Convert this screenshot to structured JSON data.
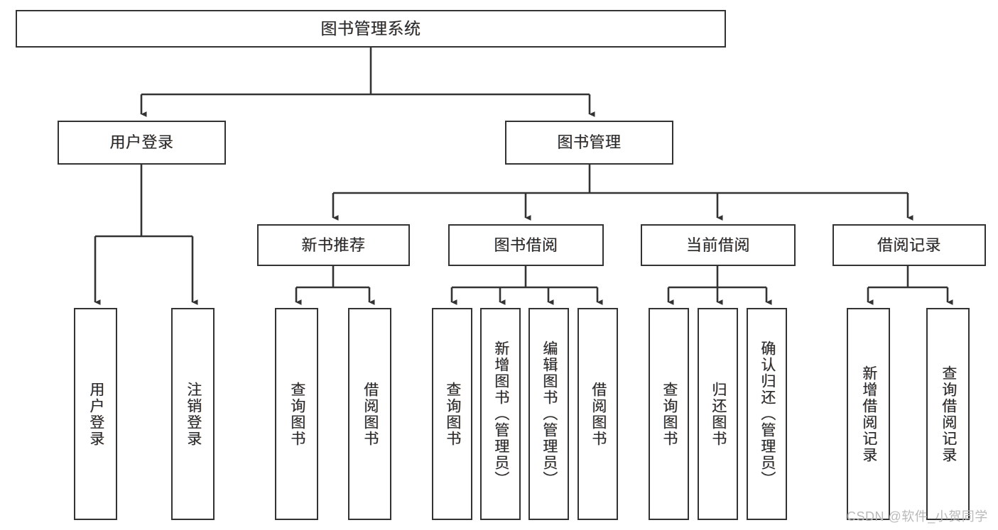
{
  "diagram": {
    "title": "图书管理系统",
    "type": "tree",
    "orientation": "top-down",
    "line_color": "#333333",
    "box_fill": "#ffffff",
    "text_color": "#2b2b2b"
  },
  "nodes": {
    "root": {
      "label": "图书管理系统",
      "level": 0
    },
    "level1": [
      {
        "id": "user-login",
        "label": "用户登录"
      },
      {
        "id": "book-manage",
        "label": "图书管理"
      }
    ],
    "level2": [
      {
        "id": "new-book-recommend",
        "label": "新书推荐"
      },
      {
        "id": "book-borrow",
        "label": "图书借阅"
      },
      {
        "id": "current-borrow",
        "label": "当前借阅"
      },
      {
        "id": "borrow-record",
        "label": "借阅记录"
      }
    ],
    "leaves": {
      "user-login": [
        {
          "id": "leaf-user-login",
          "label": "用户登录"
        },
        {
          "id": "leaf-logout",
          "label": "注销登录"
        }
      ],
      "new-book-recommend": [
        {
          "id": "leaf-query-book-1",
          "label": "查询图书"
        },
        {
          "id": "leaf-borrow-book-1",
          "label": "借阅图书"
        }
      ],
      "book-borrow": [
        {
          "id": "leaf-query-book-2",
          "label": "查询图书"
        },
        {
          "id": "leaf-add-book",
          "label": "新增图书（管理员）"
        },
        {
          "id": "leaf-edit-book",
          "label": "编辑图书（管理员）"
        },
        {
          "id": "leaf-borrow-book-2",
          "label": "借阅图书"
        }
      ],
      "current-borrow": [
        {
          "id": "leaf-query-book-3",
          "label": "查询图书"
        },
        {
          "id": "leaf-return-book",
          "label": "归还图书"
        },
        {
          "id": "leaf-confirm-return",
          "label": "确认归还（管理员）"
        }
      ],
      "borrow-record": [
        {
          "id": "leaf-add-record",
          "label": "新增借阅记录"
        },
        {
          "id": "leaf-query-record",
          "label": "查询借阅记录"
        }
      ]
    }
  },
  "watermark": {
    "text": "CSDN @软件_小贺同学"
  }
}
